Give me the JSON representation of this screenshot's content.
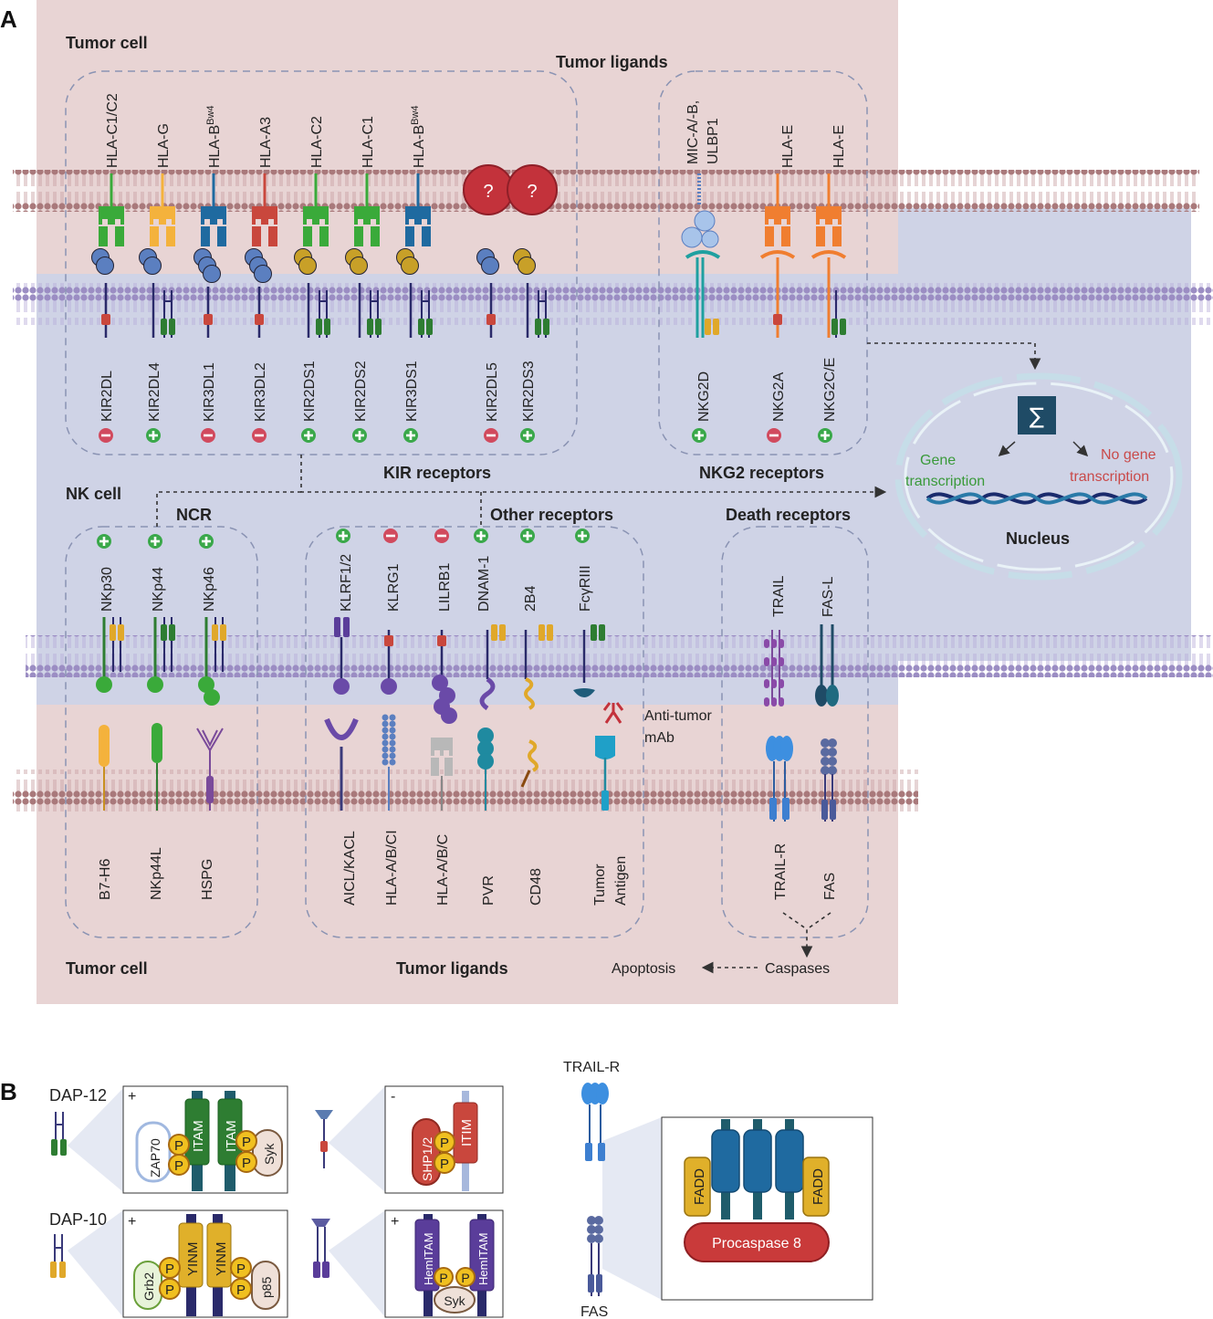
{
  "panels": {
    "a": "A",
    "b": "B"
  },
  "regions": {
    "tumor_cell_top": "Tumor cell",
    "tumor_ligands_top": "Tumor ligands",
    "nk_cell": "NK cell",
    "tumor_cell_bottom": "Tumor cell",
    "tumor_ligands_bottom": "Tumor ligands"
  },
  "groups": {
    "kir": "KIR receptors",
    "nkg2": "NKG2 receptors",
    "ncr": "NCR",
    "other": "Other receptors",
    "death": "Death receptors"
  },
  "kir_ligands": [
    "HLA-C1/C2",
    "HLA-G",
    "HLA-B",
    "HLA-A3",
    "HLA-C2",
    "HLA-C1",
    "HLA-B"
  ],
  "kir_ligand_superscript": "Bw4",
  "unknown_ligand": "?",
  "kir_receptors": [
    {
      "name": "KIR2DL",
      "sign": "-"
    },
    {
      "name": "KIR2DL4",
      "sign": "+"
    },
    {
      "name": "KIR3DL1",
      "sign": "-"
    },
    {
      "name": "KIR3DL2",
      "sign": "-"
    },
    {
      "name": "KIR2DS1",
      "sign": "+"
    },
    {
      "name": "KIR2DS2",
      "sign": "+"
    },
    {
      "name": "KIR3DS1",
      "sign": "+"
    },
    {
      "name": "KIR2DL5",
      "sign": "-"
    },
    {
      "name": "KIR2DS3",
      "sign": "+"
    }
  ],
  "nkg2_ligands": [
    "MIC-A/-B,",
    "ULBP1",
    "HLA-E",
    "HLA-E"
  ],
  "nkg2_receptors": [
    {
      "name": "NKG2D",
      "sign": "+"
    },
    {
      "name": "NKG2A",
      "sign": "-"
    },
    {
      "name": "NKG2C/E",
      "sign": "+"
    }
  ],
  "ncr_receptors": [
    "NKp30",
    "NKp44",
    "NKp46"
  ],
  "ncr_ligands": [
    "B7-H6",
    "NKp44L",
    "HSPG"
  ],
  "other_receptors": [
    {
      "name": "KLRF1/2",
      "sign": "+"
    },
    {
      "name": "KLRG1",
      "sign": "-"
    },
    {
      "name": "LILRB1",
      "sign": "-"
    },
    {
      "name": "DNAM-1",
      "sign": "+"
    },
    {
      "name": "2B4",
      "sign": "+"
    },
    {
      "name": "FcγRIII",
      "sign": "+"
    }
  ],
  "other_ligands": [
    "AICL/KACL",
    "HLA-A/B/CI",
    "HLA-A/B/C",
    "PVR",
    "CD48",
    "Tumor",
    "Antigen"
  ],
  "anti_tumor_mab": [
    "Anti-tumor",
    "mAb"
  ],
  "death_receptors": [
    "TRAIL",
    "FAS-L"
  ],
  "death_ligands": [
    "TRAIL-R",
    "FAS"
  ],
  "pathway": {
    "caspases": "Caspases",
    "apoptosis": "Apoptosis"
  },
  "nucleus": {
    "sigma": "∑",
    "gene_transcription": [
      "Gene",
      "transcription"
    ],
    "no_gene_transcription": [
      "No gene",
      "transcription"
    ],
    "label": "Nucleus"
  },
  "panel_b": {
    "dap12": "DAP-12",
    "dap10": "DAP-10",
    "trail_r": "TRAIL-R",
    "fas": "FAS",
    "plus": "+",
    "minus": "-",
    "zap70": "ZAP70",
    "itam": "ITAM",
    "p": "P",
    "syk": "Syk",
    "shp": "SHP1/2",
    "itim": "ITIM",
    "grb2": "Grb2",
    "yinm": "YINM",
    "p85": "p85",
    "hemitam": "HemITAM",
    "fadd": "FADD",
    "procaspase": "Procaspase 8"
  },
  "colors": {
    "tumor_bg": "#e8d4d4",
    "nk_bg": "#cfd3e6",
    "tumor_membrane": "#a9797b",
    "nk_membrane": "#9b8dc3",
    "plus": "#3aa84a",
    "minus": "#d14a5e",
    "green_text": "#3a9a3a",
    "red_text": "#c94a4a"
  }
}
